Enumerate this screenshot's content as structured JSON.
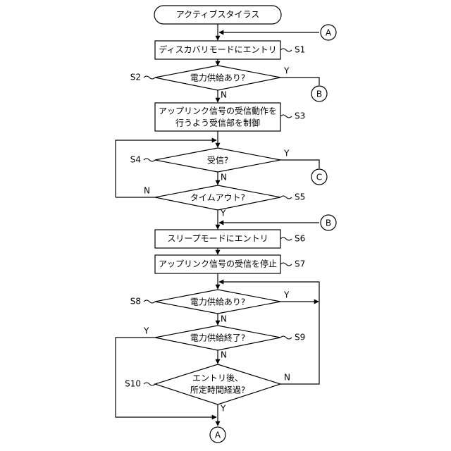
{
  "flowchart": {
    "start": "アクティブスタイラス",
    "connectors": {
      "a": "A",
      "b": "B",
      "c": "C"
    },
    "steps": {
      "s1": {
        "id": "S1",
        "text": "ディスカバリモードにエントリ"
      },
      "s2": {
        "id": "S2",
        "text": "電力供給あり?"
      },
      "s3": {
        "id": "S3",
        "line1": "アップリンク信号の受信動作を",
        "line2": "行うよう受信部を制御"
      },
      "s4": {
        "id": "S4",
        "text": "受信?"
      },
      "s5": {
        "id": "S5",
        "text": "タイムアウト?"
      },
      "s6": {
        "id": "S6",
        "text": "スリープモードにエントリ"
      },
      "s7": {
        "id": "S7",
        "text": "アップリンク信号の受信を停止"
      },
      "s8": {
        "id": "S8",
        "text": "電力供給あり?"
      },
      "s9": {
        "id": "S9",
        "text": "電力供給終了?"
      },
      "s10": {
        "id": "S10",
        "line1": "エントリ後、",
        "line2": "所定時間経過?"
      }
    },
    "branch": {
      "yes": "Y",
      "no": "N"
    }
  }
}
